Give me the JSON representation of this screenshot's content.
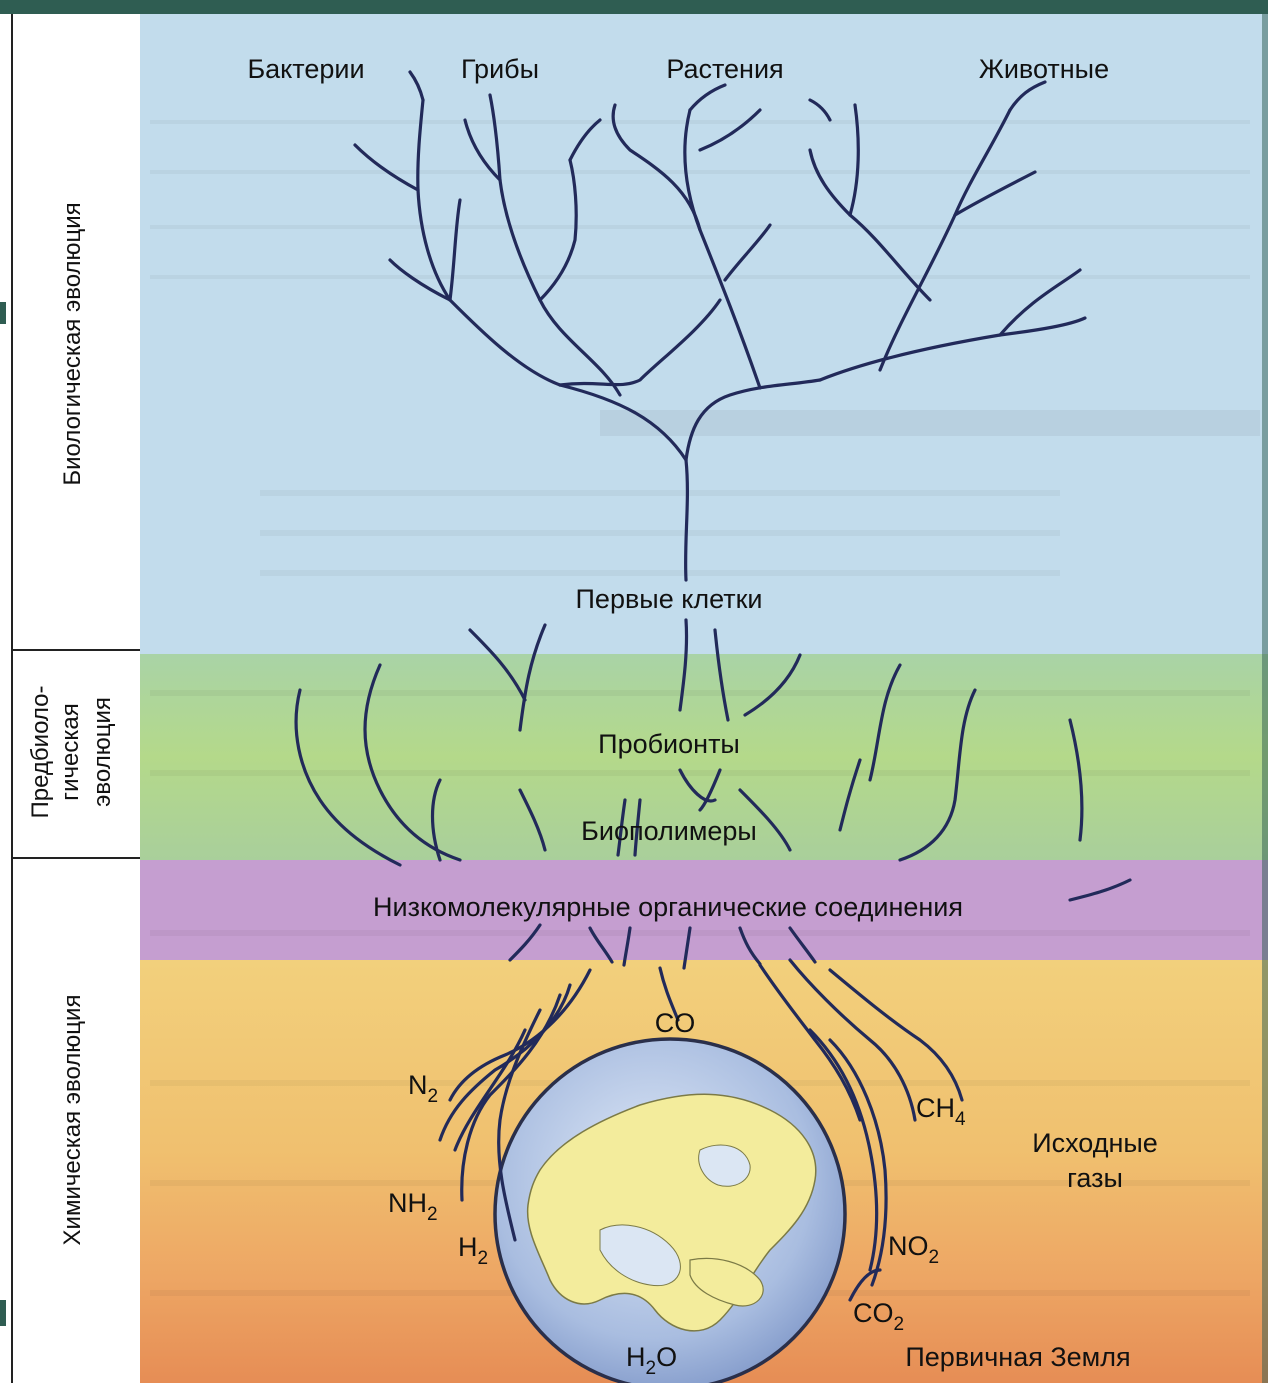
{
  "colors": {
    "band_bio": "#c2dcec",
    "band_prebio": "#a7d39a",
    "band_organic": "#c59ed0",
    "band_chem": "#f0c475",
    "band_bottom": "#e8965a",
    "branch": "#222a5a",
    "frame_accent": "#2f5d52"
  },
  "side_labels": {
    "biological": "Биологическая эволюция",
    "prebiological_line1": "Предбиоло-",
    "prebiological_line2": "гическая",
    "prebiological_line3": "эволюция",
    "chemical": "Химическая эволюция"
  },
  "top_groups": {
    "bacteria": "Бактерии",
    "fungi": "Грибы",
    "plants": "Растения",
    "animals": "Животные"
  },
  "stages": {
    "first_cells": "Первые клетки",
    "probionts": "Пробионты",
    "biopolymers": "Биополимеры",
    "organic_compounds": "Низкомолекулярные органические соединения"
  },
  "gases": {
    "co": "CO",
    "n2": {
      "base": "N",
      "sub": "2"
    },
    "ch4": {
      "base": "CH",
      "sub": "4"
    },
    "nh2": {
      "base": "NH",
      "sub": "2"
    },
    "h2": {
      "base": "H",
      "sub": "2"
    },
    "no2": {
      "base": "NO",
      "sub": "2"
    },
    "co2": {
      "base": "CO",
      "sub": "2"
    },
    "h2o": {
      "base": "H",
      "sub": "2",
      "tail": "O"
    }
  },
  "source_gases_line1": "Исходные",
  "source_gases_line2": "газы",
  "primary_earth": "Первичная Земля"
}
